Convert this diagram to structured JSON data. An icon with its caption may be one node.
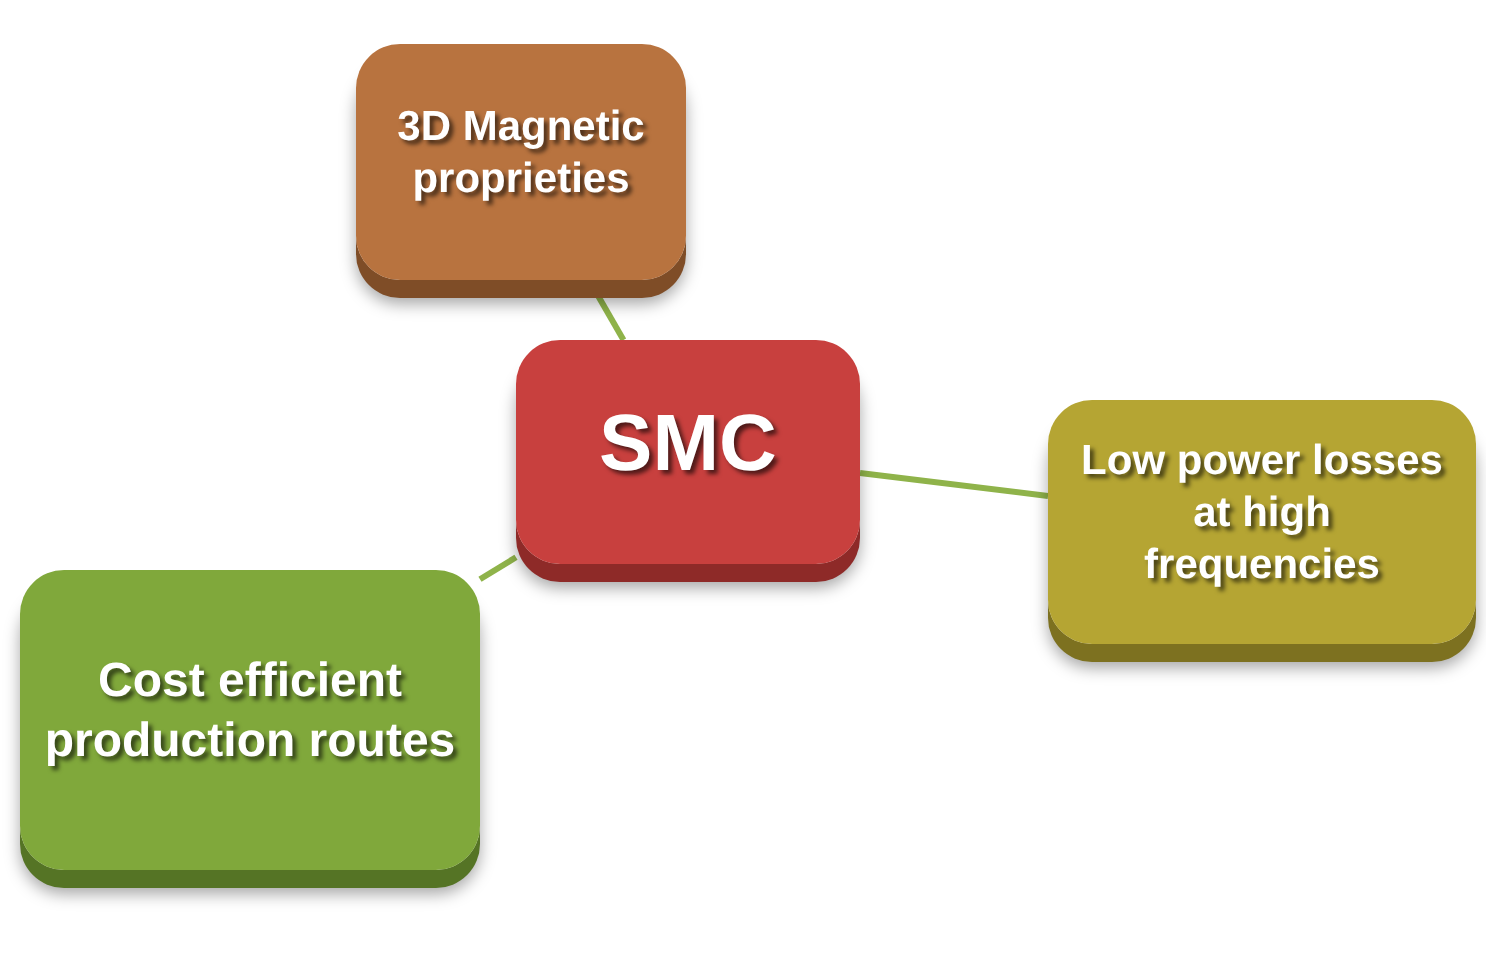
{
  "diagram": {
    "nodes": [
      {
        "text": [
          "SMC"
        ]
      },
      {
        "text": [
          "3D Magnetic proprieties"
        ]
      },
      {
        "text": [
          "Low power losses at high frequencies"
        ]
      },
      {
        "text": [
          "Cost efficient production routes"
        ]
      }
    ],
    "edges": [
      {
        "from": 0,
        "to": 1,
        "arrow": "none"
      },
      {
        "from": 0,
        "to": 2,
        "arrow": "none"
      },
      {
        "from": 0,
        "to": 3,
        "arrow": "none"
      }
    ]
  }
}
